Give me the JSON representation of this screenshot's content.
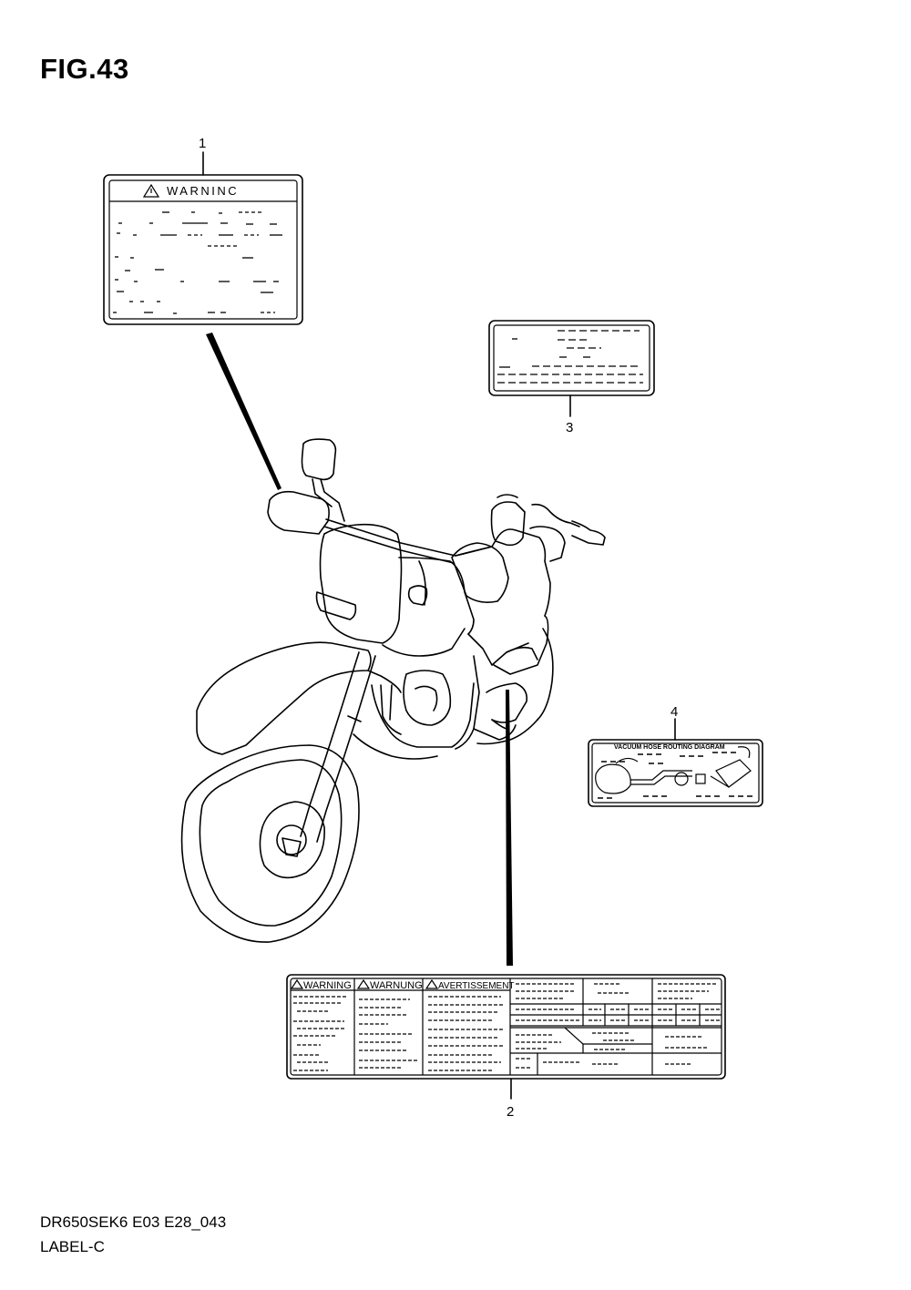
{
  "figure": {
    "title": "FIG.43",
    "code": "DR650SEK6 E03 E28_043",
    "name": "LABEL-C"
  },
  "callouts": [
    {
      "id": "1"
    },
    {
      "id": "2"
    },
    {
      "id": "3"
    },
    {
      "id": "4"
    }
  ],
  "labels": {
    "warning_label_1": {
      "heading": "WARNINC"
    },
    "warning_label_2": {
      "headings": [
        "WARNING",
        "WARNUNG",
        "AVERTISSEMENT"
      ]
    },
    "vacuum_label": {
      "heading": "VACUUM HOSE ROUTING DIAGRAM"
    }
  }
}
